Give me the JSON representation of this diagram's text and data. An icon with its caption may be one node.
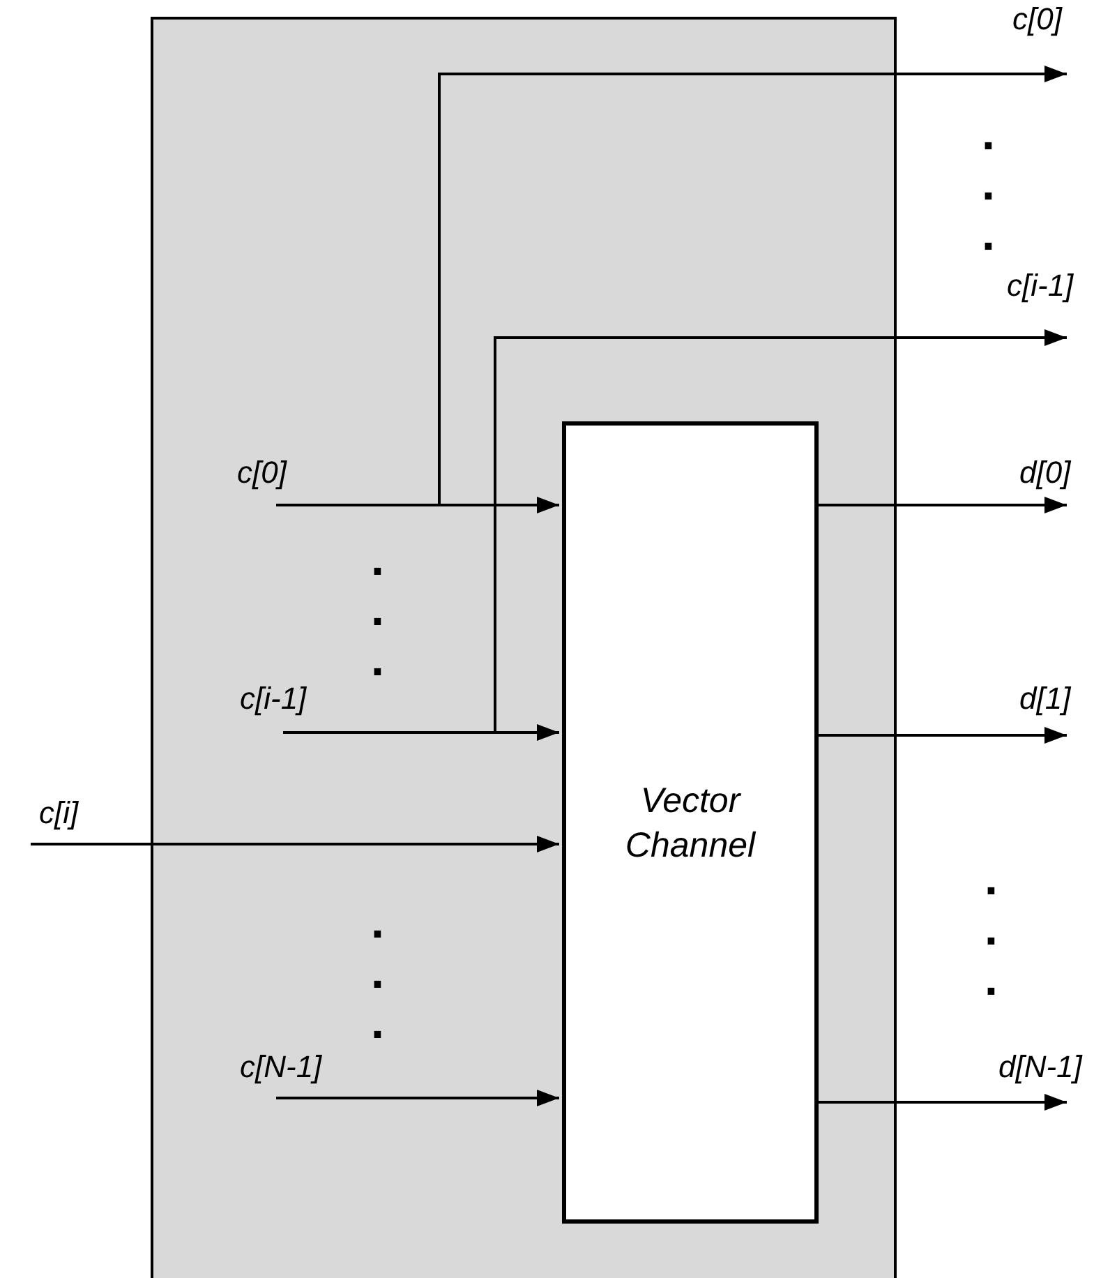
{
  "diagram": {
    "nodes": [
      {
        "text": [],
        "shape": "box"
      },
      {
        "text": [
          "Vector Channel"
        ],
        "in": 0
      },
      {
        "text": [
          "c[0]"
        ]
      },
      {
        "text": [
          "c[i-1]"
        ]
      }
    ],
    "edges": [
      {
        "from": null,
        "to": 1,
        "arrow": "to",
        "label": "c[0]"
      },
      {
        "from": null,
        "to": 1,
        "arrow": "to",
        "label": "c[i-1]"
      },
      {
        "from": null,
        "to": 1,
        "arrow": "to",
        "label": "c[i]"
      },
      {
        "from": null,
        "to": 1,
        "arrow": "to",
        "label": "c[N-1]"
      },
      {
        "from": null,
        "to": 2,
        "arrow": "to"
      },
      {
        "from": null,
        "to": 3,
        "arrow": "to"
      },
      {
        "from": 1,
        "to": null,
        "arrow": "to",
        "label": "d[0]"
      },
      {
        "from": 1,
        "to": null,
        "arrow": "to",
        "label": "d[1]"
      },
      {
        "from": 1,
        "to": null,
        "arrow": "to",
        "label": "d[N-1]"
      }
    ],
    "labels": [
      ". . .",
      ". . .",
      ". . .",
      ". . ."
    ]
  }
}
